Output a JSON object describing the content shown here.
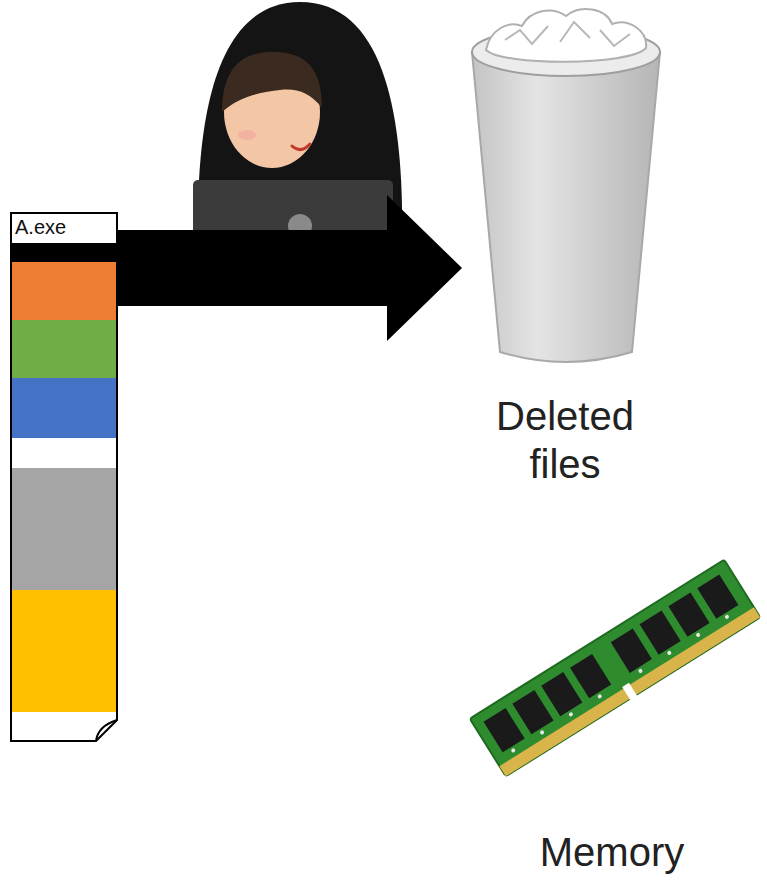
{
  "diagram": {
    "nodes": [
      {
        "text": [
          "A.exe"
        ]
      },
      {
        "text": [
          "Deleted files"
        ]
      },
      {
        "text": [
          "Memory"
        ]
      }
    ],
    "edges": [
      {
        "from": 0,
        "to": 1,
        "arrow": "to"
      }
    ]
  }
}
